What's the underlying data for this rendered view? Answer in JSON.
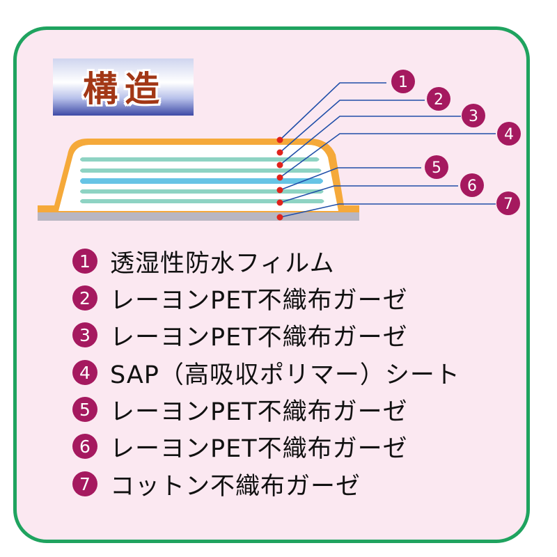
{
  "title": "構造",
  "colors": {
    "frame_border": "#1fa35f",
    "background": "#fbe8f1",
    "badge": "#a5195f",
    "title_text": "#a23716",
    "leader_line": "#1f4ea8",
    "film_outline": "#f5a93a",
    "gauze_layer": "#8ed3c3",
    "sap_layer": "#67c4e5",
    "base": "#b8b6c2",
    "dot": "#e0231c"
  },
  "layers": [
    {
      "number": "1",
      "name": "透湿性防水フィルム"
    },
    {
      "number": "2",
      "name": "レーヨンPET不織布ガーゼ"
    },
    {
      "number": "3",
      "name": "レーヨンPET不織布ガーゼ"
    },
    {
      "number": "4",
      "name": "SAP（高吸収ポリマー）シート"
    },
    {
      "number": "5",
      "name": "レーヨンPET不織布ガーゼ"
    },
    {
      "number": "6",
      "name": "レーヨンPET不織布ガーゼ"
    },
    {
      "number": "7",
      "name": "コットン不織布ガーゼ"
    }
  ]
}
